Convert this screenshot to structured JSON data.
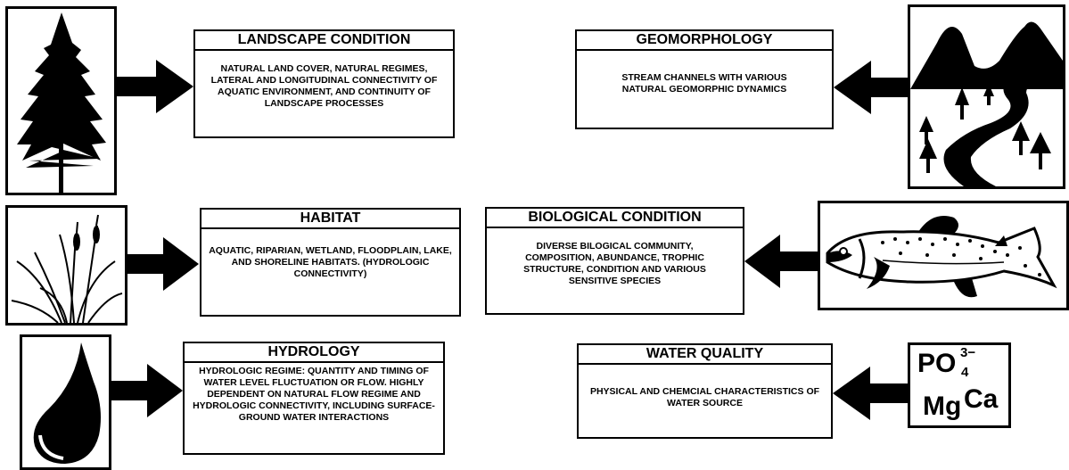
{
  "boxes": {
    "landscape": {
      "title": "LANDSCAPE CONDITION",
      "text": "NATURAL LAND COVER, NATURAL REGIMES, LATERAL AND LONGITUDINAL CONNECTIVITY OF AQUATIC ENVIRONMENT, AND CONTINUITY OF LANDSCAPE PROCESSES"
    },
    "geomorphology": {
      "title": "GEOMORPHOLOGY",
      "text": "STREAM CHANNELS WITH VARIOUS NATURAL GEOMORPHIC DYNAMICS"
    },
    "habitat": {
      "title": "HABITAT",
      "text": "AQUATIC, RIPARIAN, WETLAND, FLOODPLAIN, LAKE, AND SHORELINE HABITATS. (HYDROLOGIC CONNECTIVITY)"
    },
    "biological": {
      "title": "BIOLOGICAL CONDITION",
      "text": "DIVERSE BILOGICAL COMMUNITY, COMPOSITION, ABUNDANCE, TROPHIC STRUCTURE, CONDITION AND VARIOUS SENSITIVE SPECIES"
    },
    "hydrology": {
      "title": "HYDROLOGY",
      "text": "HYDROLOGIC REGIME: QUANTITY AND TIMING OF WATER LEVEL FLUCTUATION OR FLOW. HIGHLY DEPENDENT ON NATURAL FLOW REGIME AND HYDROLOGIC CONNECTIVITY, INCLUDING SURFACE-GROUND WATER INTERACTIONS"
    },
    "water_quality": {
      "title": "WATER QUALITY",
      "text": "PHYSICAL AND CHEMCIAL CHARACTERISTICS OF WATER SOURCE"
    }
  },
  "chemistry": {
    "phosphate": "PO",
    "phosphate_sub": "4",
    "phosphate_sup": "3−",
    "magnesium": "Mg",
    "calcium": "Ca"
  },
  "icons": [
    "conifer-tree-icon",
    "stream-mountain-icon",
    "cattail-reeds-icon",
    "trout-fish-icon",
    "water-drop-icon",
    "chemical-ions-icon"
  ]
}
